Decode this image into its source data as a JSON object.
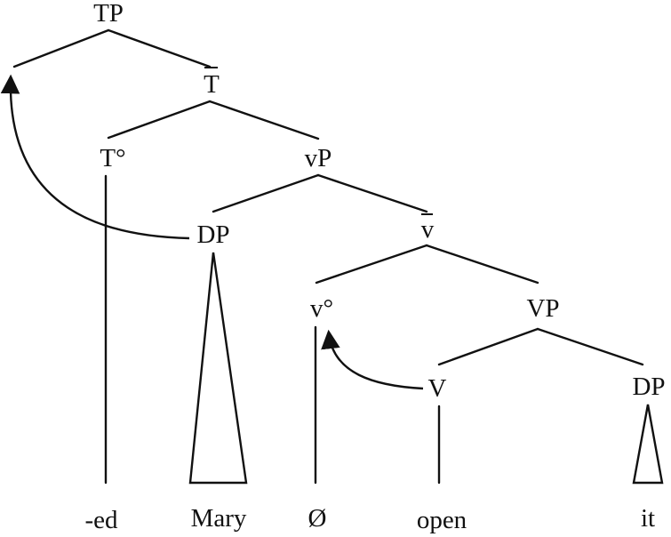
{
  "nodes": {
    "tp": "TP",
    "t_bar": "T",
    "t_head": "T°",
    "vp_small": "vP",
    "dp_subject": "DP",
    "v_bar": "v",
    "v_head": "v°",
    "vp_big": "VP",
    "v_big": "V",
    "dp_object": "DP"
  },
  "leaves": {
    "tense": "-ed",
    "subject": "Mary",
    "null_v": "Ø",
    "verb": "open",
    "object": "it"
  },
  "colors": {
    "ink": "#111111",
    "background": "#ffffff"
  }
}
